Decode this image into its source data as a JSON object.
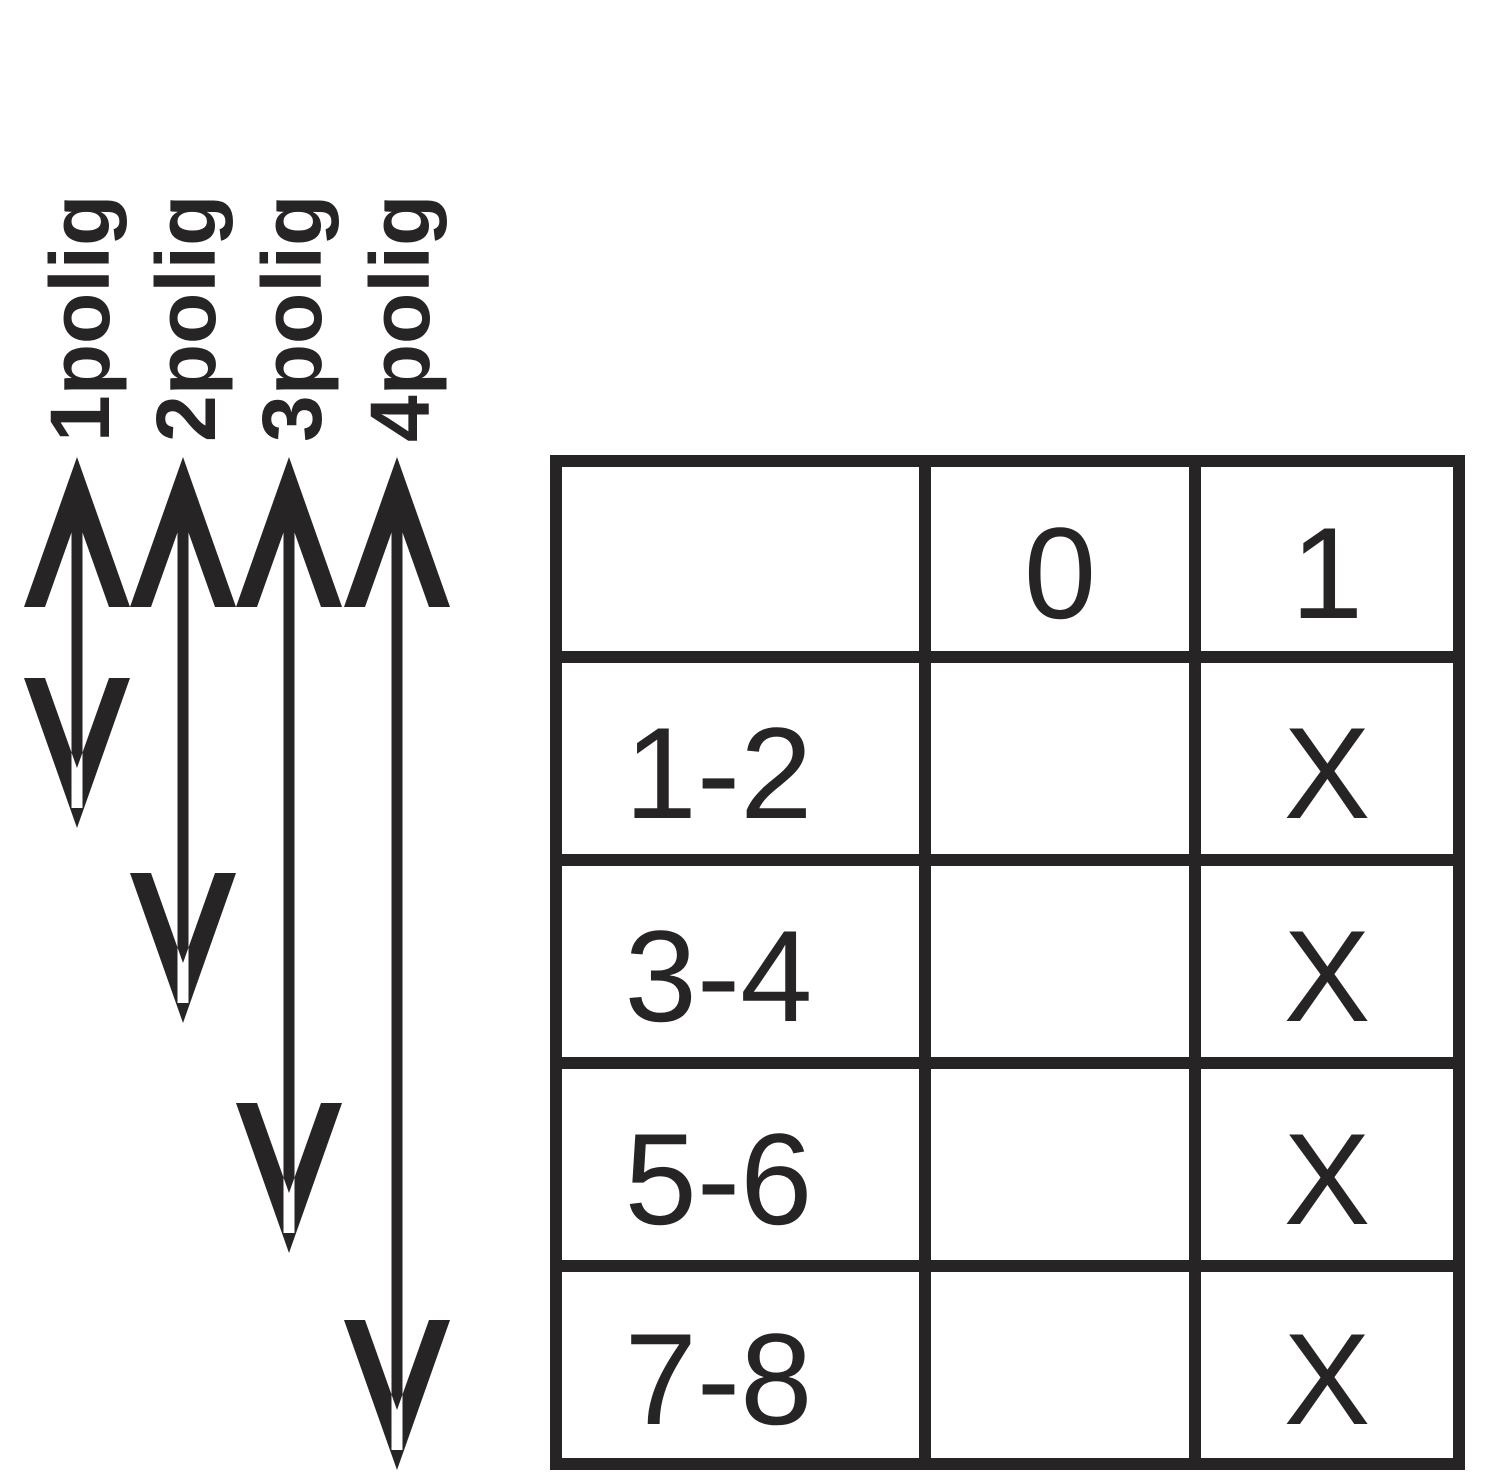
{
  "ink_color": "#262425",
  "background_color": "#ffffff",
  "arrows": [
    {
      "label": "1polig"
    },
    {
      "label": "2polig"
    },
    {
      "label": "3polig"
    },
    {
      "label": "4polig"
    }
  ],
  "table": {
    "header": [
      "",
      "0",
      "1"
    ],
    "rows": [
      [
        "1-2",
        "",
        "X"
      ],
      [
        "3-4",
        "",
        "X"
      ],
      [
        "5-6",
        "",
        "X"
      ],
      [
        "7-8",
        "",
        "X"
      ]
    ]
  }
}
